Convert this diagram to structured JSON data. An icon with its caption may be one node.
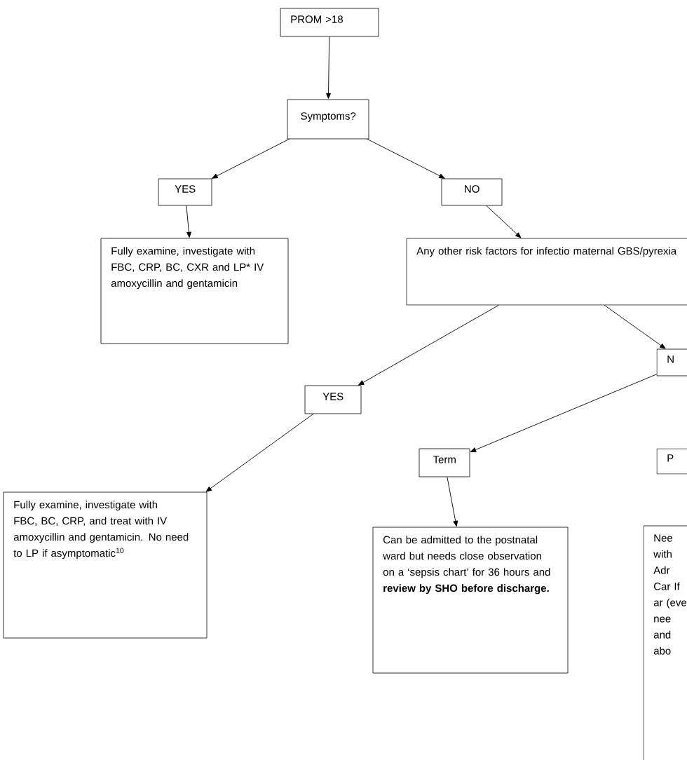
{
  "diagram": {
    "nodes": [
      {
        "text": [
          "PROM >18"
        ]
      },
      {
        "text": [
          "Symptoms?"
        ]
      },
      {
        "text": [
          "YES"
        ]
      },
      {
        "text": [
          "NO"
        ]
      },
      {
        "text": [
          "Fully examine, investigate with FBC, CRP, BC, CXR  and LP* IV amoxycillin and gentamicin"
        ]
      },
      {
        "text": [
          "Any other risk factors for infectio maternal GBS/pyrexia"
        ]
      },
      {
        "text": [
          "N"
        ]
      },
      {
        "text": [
          "YES"
        ]
      },
      {
        "text": [
          "P"
        ]
      },
      {
        "text": [
          "Term"
        ]
      },
      {
        "text": [
          "Fully examine, investigate with FBC, BC, CRP, and treat with IV amoxycillin and gentamicin. No need to LP if asymptomatic$^{10}$"
        ]
      },
      {
        "text": [
          "Can be admitted to the postnatal ward but needs close observation on a ‘sepsis chart’ for 36 hours and **review by SHO before discharge.**"
        ]
      },
      {
        "text": [
          "Nee with Adr Car If ar (eve nee and abo"
        ]
      }
    ],
    "edges": [
      {
        "from": 0,
        "to": 1,
        "arrow": "to"
      },
      {
        "from": 1,
        "to": 2,
        "arrow": "to"
      },
      {
        "from": 1,
        "to": 3,
        "arrow": "to"
      },
      {
        "from": 2,
        "to": 4,
        "arrow": "to"
      },
      {
        "from": 3,
        "to": 5,
        "arrow": "to"
      },
      {
        "from": 5,
        "to": 7,
        "arrow": "to"
      },
      {
        "from": 5,
        "to": 6,
        "arrow": "to"
      },
      {
        "from": 7,
        "to": 10,
        "arrow": "to"
      },
      {
        "from": 6,
        "to": 9,
        "arrow": "to"
      },
      {
        "from": 9,
        "to": 11,
        "arrow": "to"
      }
    ]
  }
}
